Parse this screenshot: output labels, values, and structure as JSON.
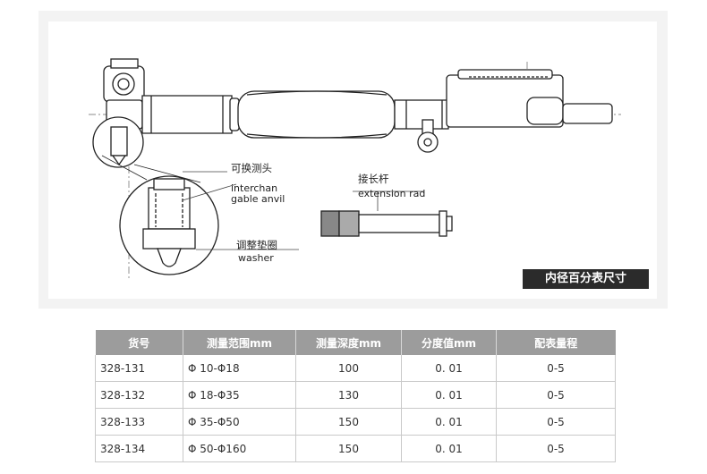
{
  "diagram": {
    "caption": "内径百分表尺寸",
    "labels": {
      "anvil_zh": "可换测头",
      "anvil_en_1": "interchan",
      "anvil_en_2": "gable anvil",
      "washer_zh": "调整垫圈",
      "washer_en": "washer",
      "rod_zh": "接长杆",
      "rod_en": "extension rad"
    }
  },
  "table": {
    "headers": [
      "货号",
      "测量范围mm",
      "测量深度mm",
      "分度值mm",
      "配表量程"
    ],
    "rows": [
      [
        "328-131",
        "Φ 10-Φ18",
        "100",
        "0. 01",
        "0-5"
      ],
      [
        "328-132",
        "Φ 18-Φ35",
        "130",
        "0. 01",
        "0-5"
      ],
      [
        "328-133",
        "Φ 35-Φ50",
        "150",
        "0. 01",
        "0-5"
      ],
      [
        "328-134",
        "Φ 50-Φ160",
        "150",
        "0. 01",
        "0-5"
      ]
    ]
  }
}
